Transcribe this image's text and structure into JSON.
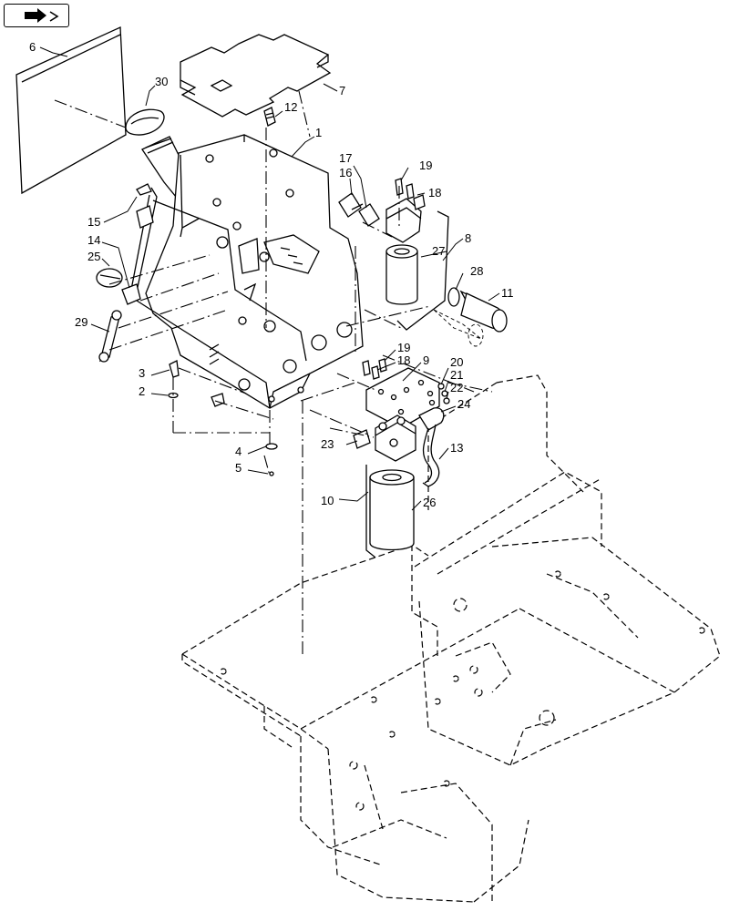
{
  "nav_icon": "arrow-forward-icon",
  "labels": {
    "p1": "1",
    "p2": "2",
    "p3": "3",
    "p4": "4",
    "p5": "5",
    "p6": "6",
    "p7": "7",
    "p8": "8",
    "p9": "9",
    "p10": "10",
    "p11": "11",
    "p12": "12",
    "p13": "13",
    "p14": "14",
    "p15": "15",
    "p16": "16",
    "p17": "17",
    "p18a": "18",
    "p18b": "18",
    "p19a": "19",
    "p19b": "19",
    "p20": "20",
    "p21": "21",
    "p22": "22",
    "p23": "23",
    "p24": "24",
    "p25": "25",
    "p26": "26",
    "p27": "27",
    "p28": "28",
    "p29": "29",
    "p30": "30"
  }
}
